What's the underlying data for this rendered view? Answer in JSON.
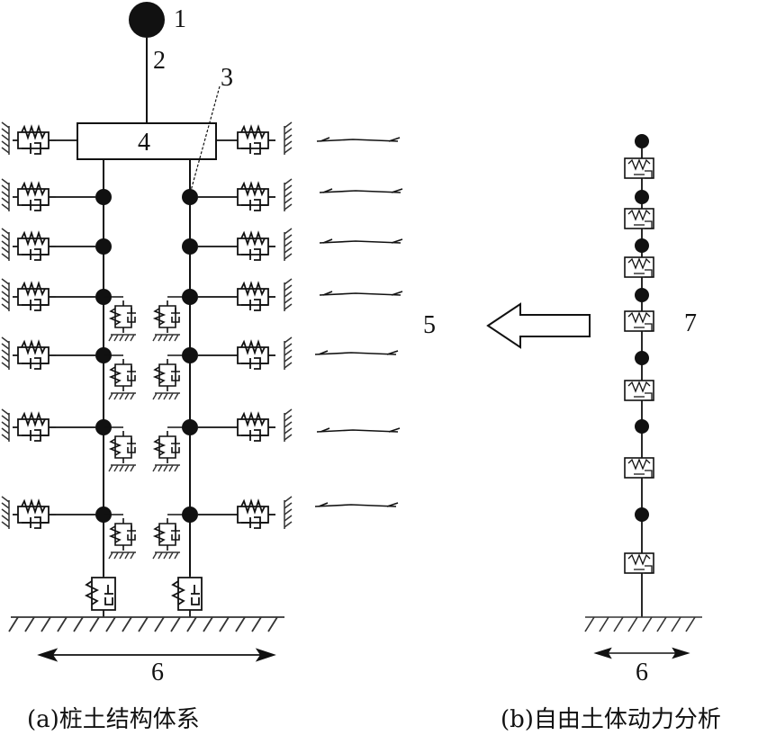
{
  "labels": {
    "mass": "1",
    "column": "2",
    "node": "3",
    "cap": "4",
    "input": "5",
    "base": "6",
    "base_b": "6",
    "free_field": "7"
  },
  "captions": {
    "a": "(a)桩土结构体系",
    "b": "(b)自由土体动力分析"
  },
  "colors": {
    "ink": "#111111",
    "hatch": "#333333"
  }
}
